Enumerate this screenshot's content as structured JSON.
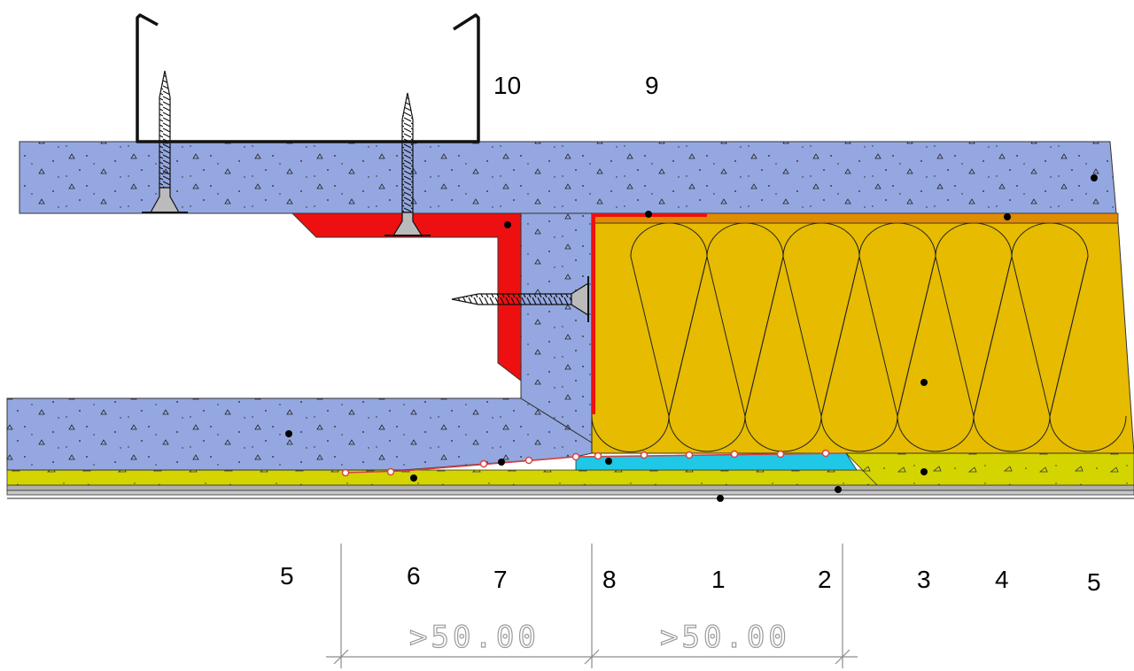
{
  "labels": {
    "l1": "1",
    "l2": "2",
    "l3": "3",
    "l4": "4",
    "l5a": "5",
    "l5b": "5",
    "l6": "6",
    "l7": "7",
    "l8": "8",
    "l9": "9",
    "l10": "10"
  },
  "dimensions": {
    "d1": ">50.00",
    "d2": ">50.00"
  },
  "colors": {
    "board": "#94a7e0",
    "insulation": "#e6bb00",
    "membrane": "#e08c00",
    "red_profile": "#ee1010",
    "tape": "#1ec8e6",
    "filler": "#d4d400",
    "floor_grey": "#b0b0b0"
  }
}
